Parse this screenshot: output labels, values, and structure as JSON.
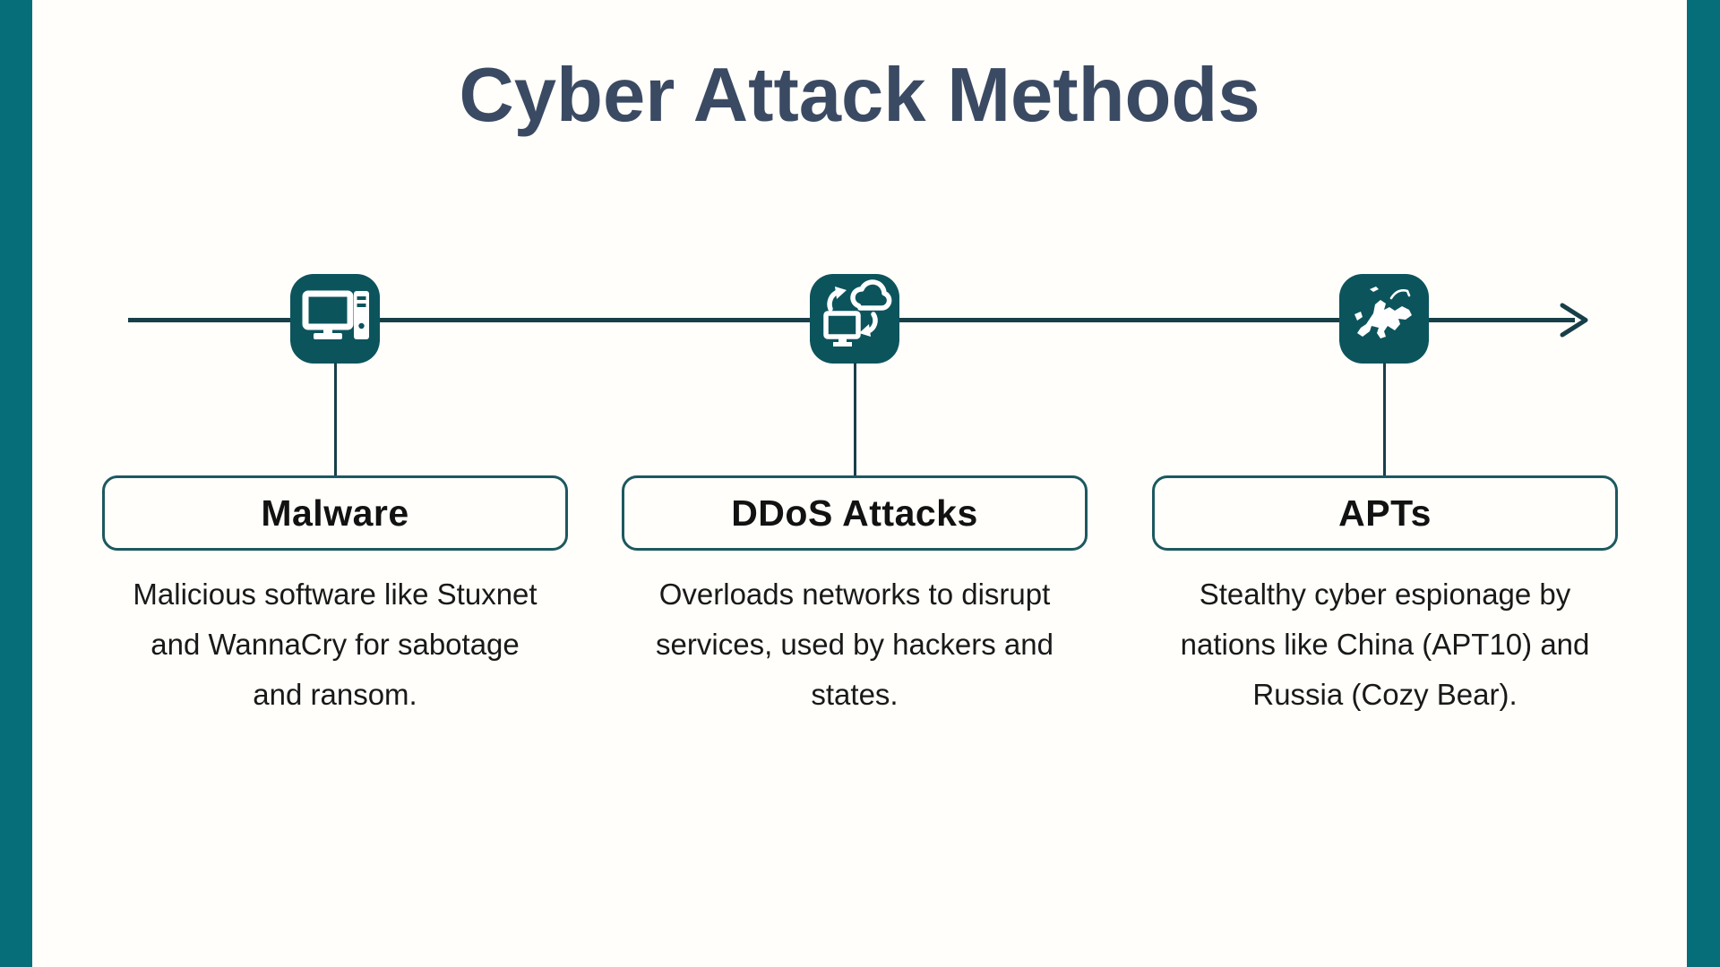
{
  "page": {
    "title": "Cyber Attack Methods"
  },
  "colors": {
    "background": "#fffefa",
    "accent_bar": "#056e79",
    "icon_background": "#0c545c",
    "timeline_line": "#183f49",
    "box_border": "#1d5860",
    "title_text": "#3b4a63",
    "body_text": "#191919"
  },
  "timeline": {
    "items": [
      {
        "label": "Malware",
        "icon": "desktop-computer-icon",
        "desc_lines": [
          "Malicious software like Stuxnet",
          "and WannaCry for sabotage",
          "and ransom."
        ]
      },
      {
        "label": "DDoS Attacks",
        "icon": "cloud-sync-icon",
        "desc_lines": [
          "Overloads networks to disrupt",
          "services, used by hackers and",
          "states."
        ]
      },
      {
        "label": "APTs",
        "icon": "europe-map-icon",
        "desc_lines": [
          "Stealthy cyber espionage by",
          "nations like China (APT10) and",
          "Russia (Cozy Bear)."
        ]
      }
    ]
  }
}
